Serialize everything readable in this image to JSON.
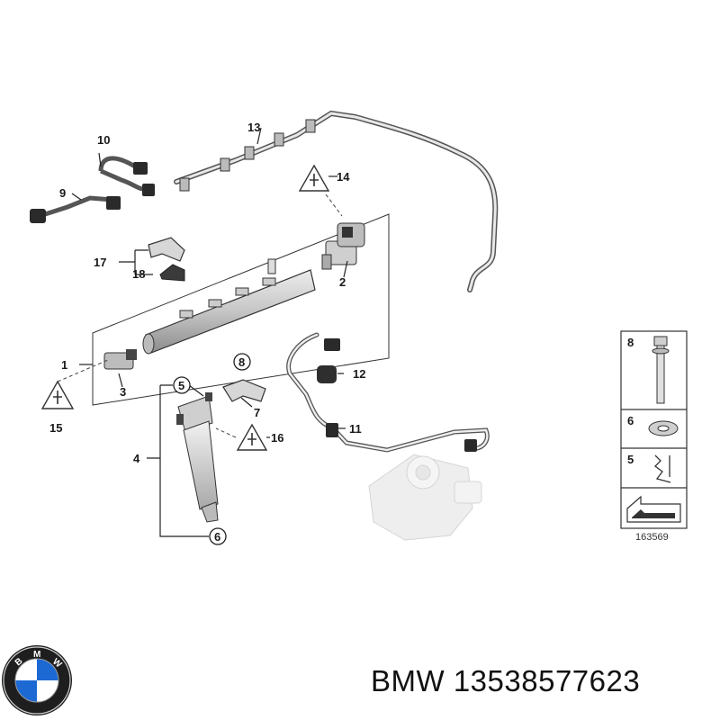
{
  "callouts": {
    "c1": "1",
    "c2": "2",
    "c3": "3",
    "c4": "4",
    "c5": "5",
    "c6": "6",
    "c7": "7",
    "c8": "8",
    "c9": "9",
    "c10": "10",
    "c11": "11",
    "c12": "12",
    "c13": "13",
    "c14": "14",
    "c15": "15",
    "c16": "16",
    "c17": "17",
    "c18": "18"
  },
  "legend": {
    "i8": "8",
    "i6": "6",
    "i5": "5"
  },
  "diagram_number": "163569",
  "footer": {
    "brand": "BMW",
    "part_number": "13538577623"
  },
  "colors": {
    "part_fill": "#d9d9d9",
    "part_dark": "#9a9a9a",
    "connector": "#222222",
    "logo_blue": "#1c69d4"
  }
}
